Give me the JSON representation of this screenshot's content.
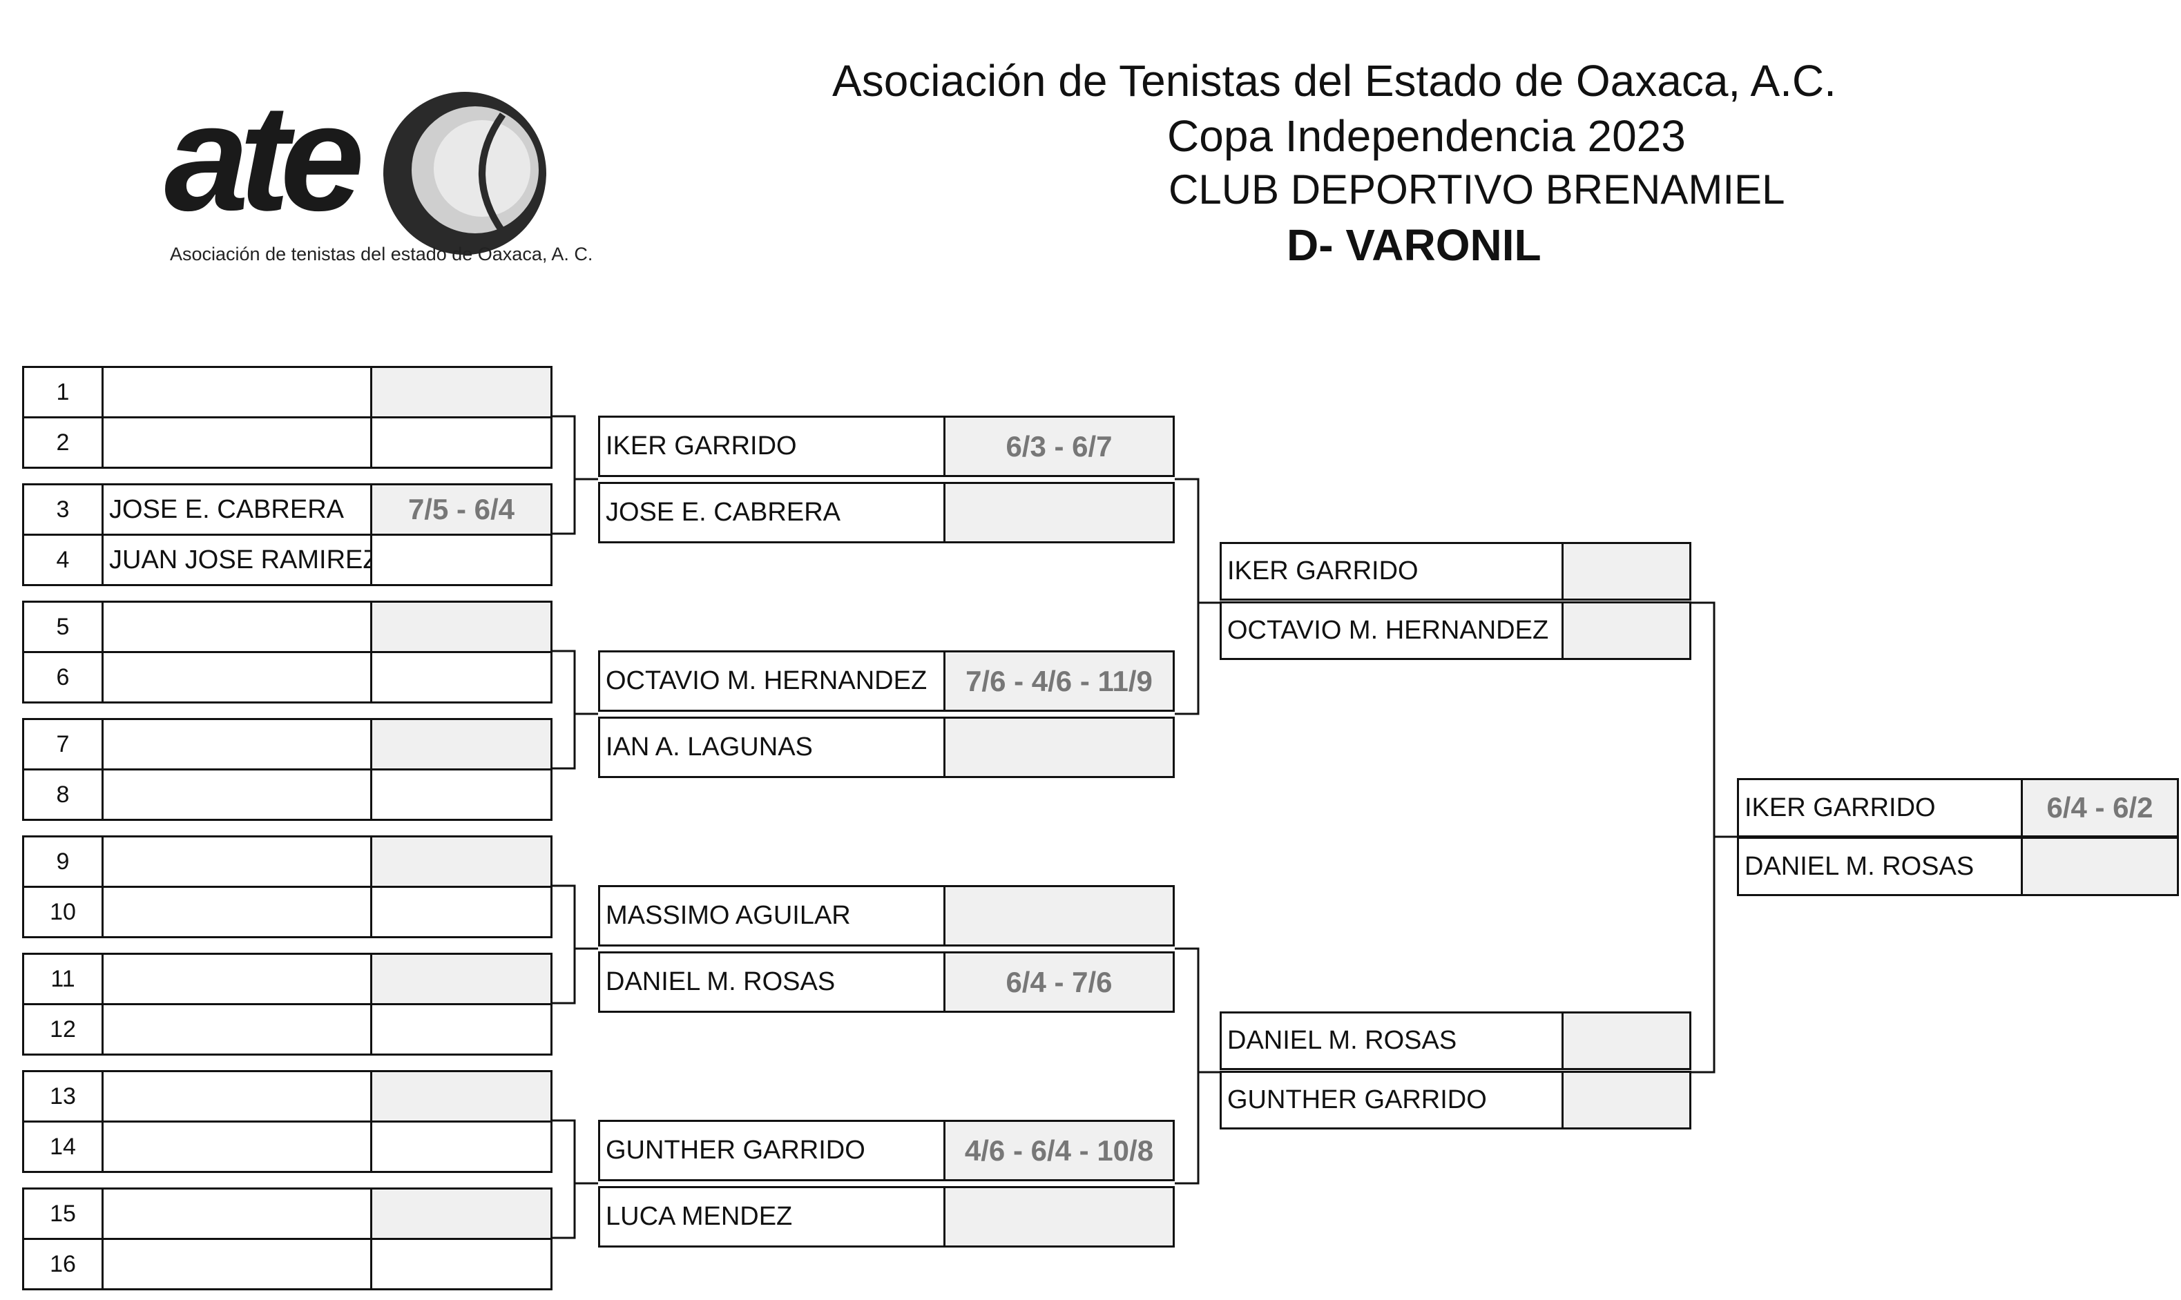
{
  "header": {
    "association": "Asociación de Tenistas del Estado de Oaxaca, A.C.",
    "tournament": "Copa Independencia 2023",
    "venue": "CLUB DEPORTIVO BRENAMIEL",
    "category": "D-  VARONIL"
  },
  "logo": {
    "word": "ate",
    "subtitle": "Asociación de tenistas del estado de Oaxaca, A. C.",
    "icon": "tennis-ball-icon"
  },
  "colors": {
    "line": "#111111",
    "shade": "#f0f0f0",
    "score_text": "#777777"
  },
  "bracket": {
    "round1": [
      {
        "num": "1",
        "name": "",
        "score": ""
      },
      {
        "num": "2",
        "name": "",
        "score": ""
      },
      {
        "num": "3",
        "name": "JOSE E. CABRERA",
        "score": "7/5 - 6/4"
      },
      {
        "num": "4",
        "name": "JUAN JOSE RAMIREZ",
        "score": ""
      },
      {
        "num": "5",
        "name": "",
        "score": ""
      },
      {
        "num": "6",
        "name": "",
        "score": ""
      },
      {
        "num": "7",
        "name": "",
        "score": ""
      },
      {
        "num": "8",
        "name": "",
        "score": ""
      },
      {
        "num": "9",
        "name": "",
        "score": ""
      },
      {
        "num": "10",
        "name": "",
        "score": ""
      },
      {
        "num": "11",
        "name": "",
        "score": ""
      },
      {
        "num": "12",
        "name": "",
        "score": ""
      },
      {
        "num": "13",
        "name": "",
        "score": ""
      },
      {
        "num": "14",
        "name": "",
        "score": ""
      },
      {
        "num": "15",
        "name": "",
        "score": ""
      },
      {
        "num": "16",
        "name": "",
        "score": ""
      }
    ],
    "quarterfinals": [
      {
        "name": "IKER GARRIDO",
        "score": "6/3 - 6/7"
      },
      {
        "name": "JOSE E. CABRERA",
        "score": ""
      },
      {
        "name": "OCTAVIO M. HERNANDEZ",
        "score": "7/6 - 4/6 - 11/9"
      },
      {
        "name": "IAN A. LAGUNAS",
        "score": ""
      },
      {
        "name": "MASSIMO AGUILAR",
        "score": ""
      },
      {
        "name": "DANIEL M. ROSAS",
        "score": "6/4 - 7/6"
      },
      {
        "name": "GUNTHER GARRIDO",
        "score": "4/6 - 6/4 - 10/8"
      },
      {
        "name": "LUCA MENDEZ",
        "score": ""
      }
    ],
    "semifinals": [
      {
        "name": "IKER GARRIDO",
        "score": ""
      },
      {
        "name": "OCTAVIO M. HERNANDEZ",
        "score": ""
      },
      {
        "name": "DANIEL M. ROSAS",
        "score": ""
      },
      {
        "name": "GUNTHER GARRIDO",
        "score": ""
      }
    ],
    "final": [
      {
        "name": "IKER GARRIDO",
        "score": "6/4 - 6/2"
      },
      {
        "name": "DANIEL M. ROSAS",
        "score": ""
      }
    ]
  }
}
